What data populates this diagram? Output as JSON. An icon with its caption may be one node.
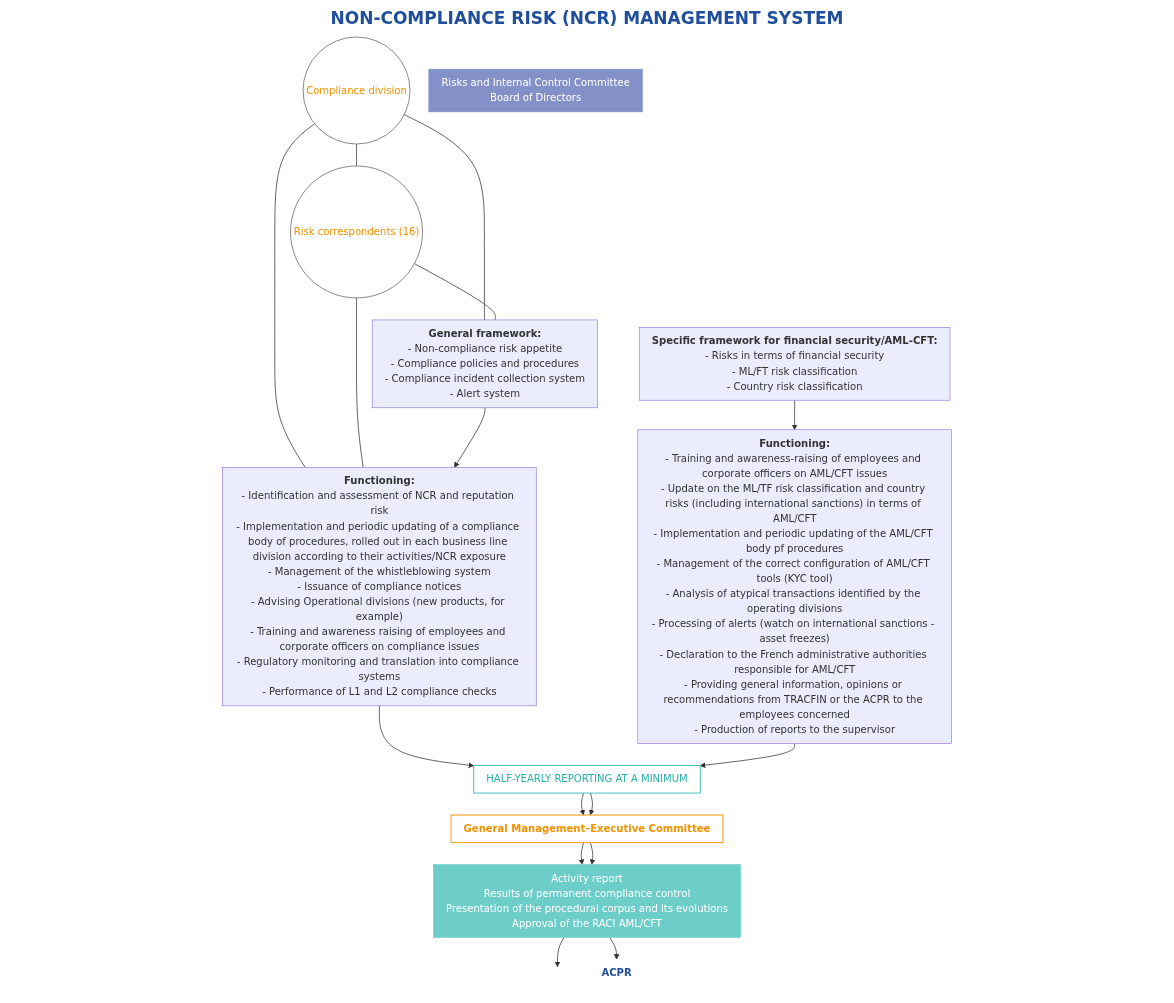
{
  "diagram": {
    "title": "NON-COMPLIANCE RISK (NCR) MANAGEMENT SYSTEM",
    "nodes": [
      {
        "text": [
          "Compliance division"
        ]
      },
      {
        "text": [
          "Risk correspondents (16)"
        ]
      },
      {
        "text": [
          "General framework:",
          "- Non-compliance risk appetite",
          "- Compliance policies and procedures",
          "- Compliance incident collection system",
          "- Alert system"
        ]
      },
      {
        "text": [
          "Specific framework for financial security/AML-CFT:",
          "- Risks in terms of financial security",
          "- ML/FT risk classification",
          "- Country risk classification"
        ]
      },
      {
        "text": [
          "Functioning:",
          "- Identification and assessment of NCR and reputation risk",
          "- Implementation and periodic updating of a compliance body of procedures, rolled out in each business line division according to their activities/NCR exposure",
          "- Management of the whistleblowing system",
          "- Issuance of compliance notices",
          "- Advising Operational divisions (new products, for example)",
          "- Training and awareness raising of employees and corporate officers on compliance issues",
          "- Regulatory monitoring and translation into compliance systems",
          "- Performance of L1 and L2 compliance checks"
        ]
      },
      {
        "text": [
          "Functioning:",
          "- Training and awareness-raising of employees and corporate officers on AML/CFT issues",
          "- Update on the ML/TF risk classification and country risks (including international sanctions) in terms of AML/CFT",
          "- Implementation and periodic updating of the AML/CFT body pf procedures",
          "- Management of the correct configuration of AML/CFT tools (KYC tool)",
          "- Analysis of atypical transactions identified by the operating divisions",
          "- Processing of alerts (watch on international sanctions - asset freezes)",
          "- Declaration to the French administrative authorities responsible for AML/CFT",
          "- Providing general information, opinions or recommendations from TRACFIN or the ACPR to the employees concerned",
          "- Production of reports to the supervisor"
        ]
      },
      {
        "text": [
          "HALF-YEARLY REPORTING AT A MINIMUM"
        ]
      },
      {
        "text": [
          "General Management–Executive Committee"
        ]
      },
      {
        "text": [
          "Activity report",
          "Results of permanent compliance control",
          "Presentation of the procedural corpus and its evolutions",
          "Approval of the RACI AML/CFT"
        ]
      },
      {
        "text": [
          "ACPR"
        ]
      },
      {
        "text": [
          "Risks and Internal Control Committee",
          "Board of Directors"
        ]
      }
    ],
    "edges": [
      {
        "from": 0,
        "to": 1,
        "arrow": "none"
      },
      {
        "from": 0,
        "to": 2,
        "arrow": "none"
      },
      {
        "from": 0,
        "to": 4,
        "arrow": "none"
      },
      {
        "from": 1,
        "to": 2,
        "arrow": "none"
      },
      {
        "from": 1,
        "to": 4,
        "arrow": "none"
      },
      {
        "from": 2,
        "to": 4,
        "arrow": "to"
      },
      {
        "from": 3,
        "to": 5,
        "arrow": "to"
      },
      {
        "from": 4,
        "to": 6,
        "arrow": "to"
      },
      {
        "from": 5,
        "to": 6,
        "arrow": "to"
      },
      {
        "from": 6,
        "to": 7,
        "arrow": "to"
      },
      {
        "from": 6,
        "to": 7,
        "arrow": "to"
      },
      {
        "from": 7,
        "to": 8,
        "arrow": "to"
      },
      {
        "from": 7,
        "to": 8,
        "arrow": "to"
      },
      {
        "from": 8,
        "to": null,
        "arrow": "to"
      },
      {
        "from": 8,
        "to": 9,
        "arrow": "to"
      }
    ]
  }
}
